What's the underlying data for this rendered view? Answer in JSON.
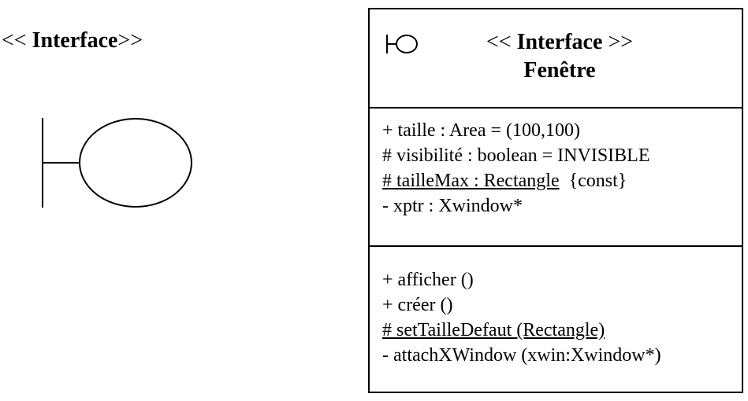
{
  "left": {
    "prefix": "<< ",
    "word": "Interface",
    "suffix": ">>"
  },
  "class_box": {
    "stereotype_prefix": "<< ",
    "stereotype_word": "Interface",
    "stereotype_suffix": " >>",
    "name": "Fenêtre",
    "attributes": [
      {
        "text": "+ taille : Area  = (100,100)"
      },
      {
        "text": "# visibilité : boolean  = INVISIBLE"
      },
      {
        "underlined": "# tailleMax : Rectangle",
        "rest": "  {const}"
      },
      {
        "text": "- xptr : Xwindow*"
      }
    ],
    "operations": [
      {
        "text": "+ afficher ()"
      },
      {
        "text": "+ créer ()"
      },
      {
        "underlined": "# setTailleDefaut (Rectangle)"
      },
      {
        "text": "- attachXWindow (xwin:Xwindow*)"
      }
    ]
  },
  "icons": {
    "left_symbol": "interface-lollipop-icon",
    "header_symbol": "interface-small-icon"
  }
}
